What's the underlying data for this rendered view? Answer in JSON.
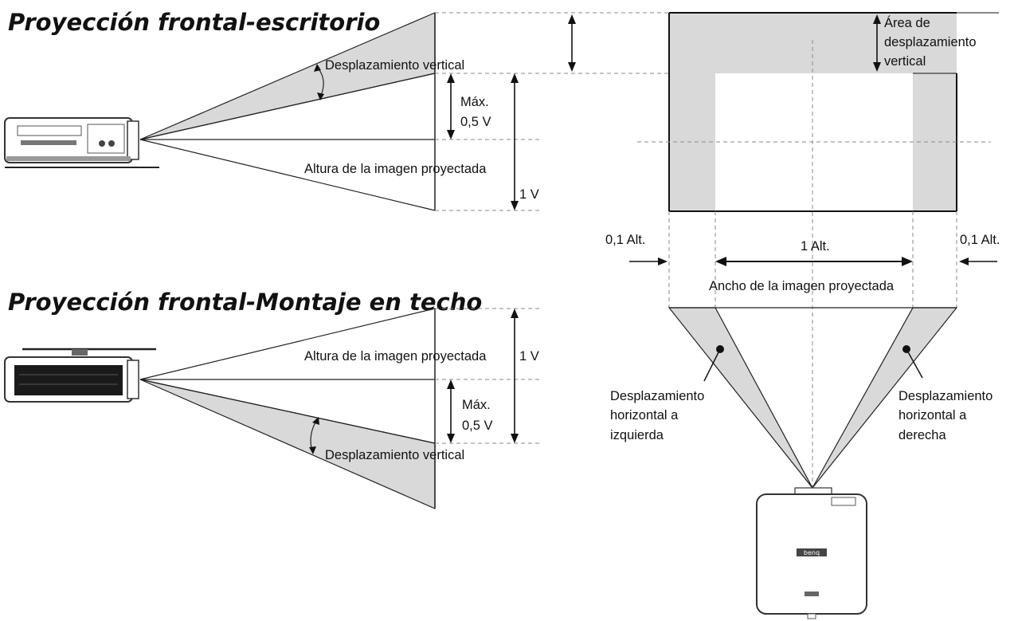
{
  "diagram": {
    "desktop": {
      "heading": "Proyección frontal-escritorio",
      "vertical_shift": "Desplazamiento vertical",
      "max_label_line1": "Máx.",
      "max_label_line2": "0,5 V",
      "image_height": "Altura de la imagen proyectada",
      "one_v": "1 V"
    },
    "ceiling": {
      "heading": "Proyección frontal-Montaje en techo",
      "image_height": "Altura de la imagen proyectada",
      "one_v": "1 V",
      "max_label_line1": "Máx.",
      "max_label_line2": "0,5 V",
      "vertical_shift": "Desplazamiento vertical"
    },
    "screen": {
      "vertical_area_line1": "Área de",
      "vertical_area_line2": "desplazamiento",
      "vertical_area_line3": "vertical",
      "left_margin": "0,1 Alt.",
      "width_label": "1 Alt.",
      "right_margin": "0,1 Alt.",
      "image_width": "Ancho de la imagen proyectada"
    },
    "top_view": {
      "left_shift_line1": "Desplazamiento",
      "left_shift_line2": "horizontal a",
      "left_shift_line3": "izquierda",
      "right_shift_line1": "Desplazamiento",
      "right_shift_line2": "horizontal a",
      "right_shift_line3": "derecha",
      "brand": "benq"
    },
    "colors": {
      "shade": "#d9d9d9",
      "line": "#111111",
      "dash": "#8a8a8a"
    }
  }
}
